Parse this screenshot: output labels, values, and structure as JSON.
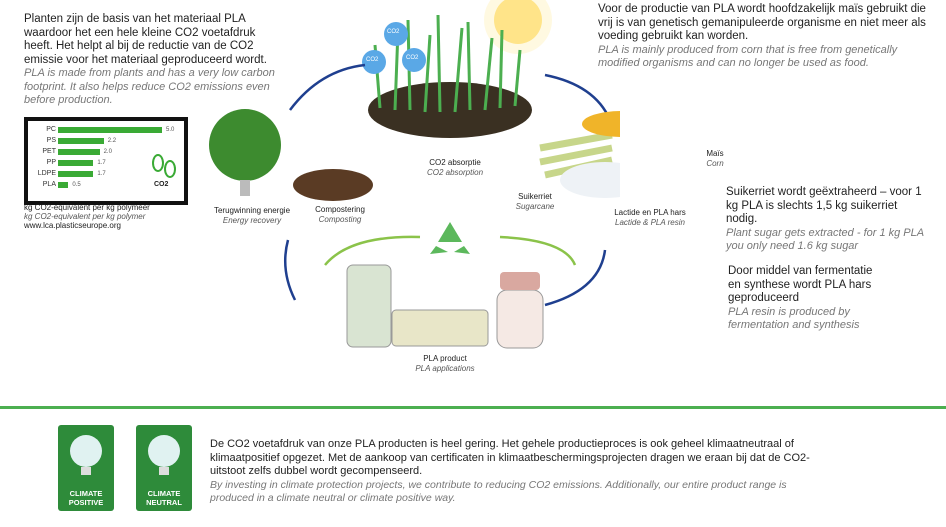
{
  "intro": {
    "nl": "Planten zijn de basis van het materiaal PLA waardoor het een hele kleine CO2 voetafdruk heeft. Het helpt al bij de reductie van de CO2 emissie voor het materiaal geproduceerd wordt.",
    "en": "PLA is made from plants and has a very low carbon footprint. It also helps reduce CO2 emissions even before production."
  },
  "top_right": {
    "nl": "Voor de productie van PLA wordt hoofdzakelijk maïs gebruikt die vrij is van genetisch gemanipuleerde organisme en niet meer als voeding gebruikt kan worden.",
    "en": "PLA is mainly produced from corn that is free from genetically modified organisms and can no longer be used as food."
  },
  "mid_right": {
    "nl": "Suikerriet wordt geëxtraheerd – voor 1 kg PLA is slechts 1,5 kg suikerriet nodig.",
    "en": "Plant sugar gets extracted - for 1 kg PLA you only need 1.6 kg sugar"
  },
  "low_right": {
    "nl": "Door middel van fermentatie en synthese wordt PLA hars geproduceerd",
    "en": "PLA resin is produced by fermentation and synthesis"
  },
  "chart_data": {
    "type": "bar",
    "orientation": "horizontal",
    "categories": [
      "PC",
      "PS",
      "PET",
      "PP",
      "LDPE",
      "PLA"
    ],
    "values": [
      5.0,
      2.2,
      2.0,
      1.7,
      1.7,
      0.5
    ],
    "value_labels": [
      "5.0",
      "2.2",
      "2.0",
      "1.7",
      "1.7",
      "0.5"
    ],
    "xlim": [
      0,
      5
    ],
    "bar_color": "#3aaa35",
    "footprint_label": "CO2",
    "caption_nl": "kg CO2-equivalent per kg polymeer",
    "caption_en": "kg CO2-equivalent per kg polymer",
    "source": "www.lca.plasticseurope.org"
  },
  "cycle": {
    "co2_bubble": "CO2",
    "absorption": {
      "nl": "CO2 absorptie",
      "en": "CO2 absorption"
    },
    "sugarcane": {
      "nl": "Suikerriet",
      "en": "Sugarcane"
    },
    "corn": {
      "nl": "Maïs",
      "en": "Corn"
    },
    "lactide": {
      "nl": "Lactide en PLA hars",
      "en": "Lactide & PLA resin"
    },
    "product": {
      "nl": "PLA product",
      "en": "PLA applications"
    },
    "recovery": {
      "nl": "Terugwinning energie",
      "en": "Energy recovery"
    },
    "compost": {
      "nl": "Compostering",
      "en": "Composting"
    }
  },
  "colors": {
    "arrow_blue": "#1f3f8f",
    "arrow_green": "#8bc34a",
    "divider_green": "#4caf50",
    "badge_green": "#2e8b3a"
  },
  "bottom": {
    "nl": "De CO2 voetafdruk van onze PLA producten is heel gering. Het gehele productieproces is ook geheel klimaatneutraal of klimaatpositief opgezet. Met de aankoop van certificaten in klimaatbeschermingsprojecten dragen we eraan bij dat de CO2-uitstoot zelfs dubbel wordt gecompenseerd.",
    "en": "By investing in climate protection projects, we contribute to reducing CO2 emissions. Additionally, our entire product range is produced in a climate neutral or climate positive way.",
    "badge1": "CLIMATE POSITIVE",
    "badge2": "CLIMATE NEUTRAL"
  }
}
